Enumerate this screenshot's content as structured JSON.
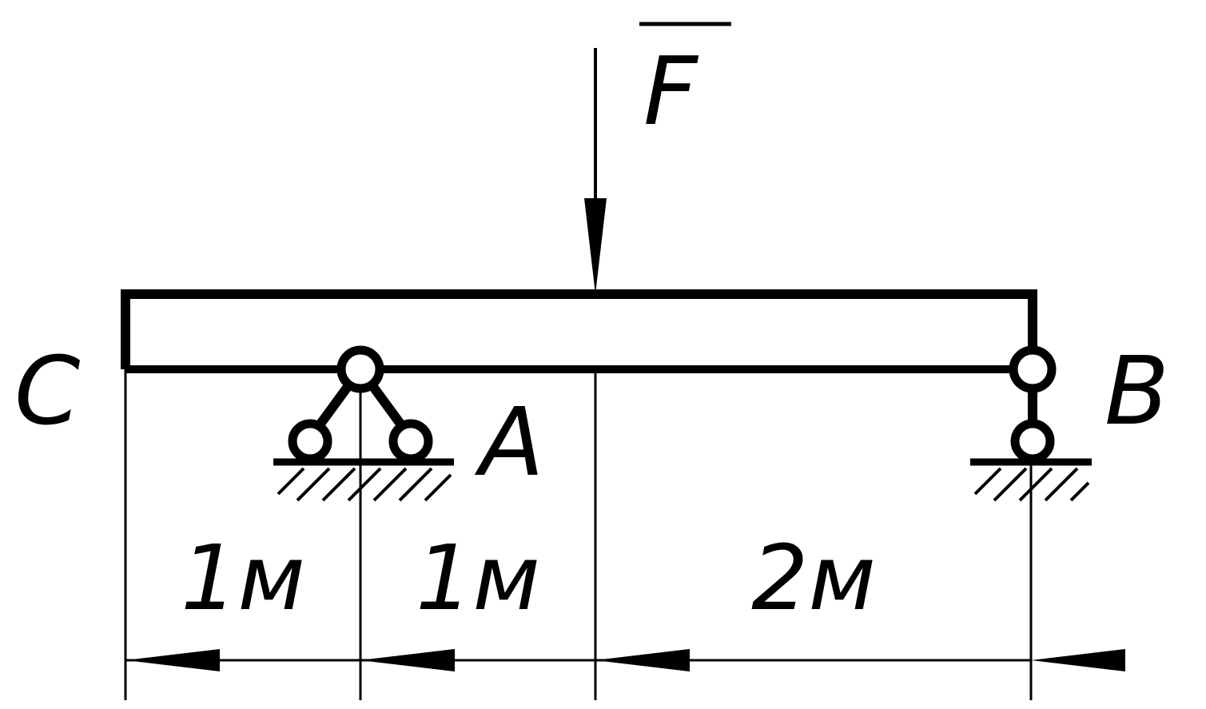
{
  "force": {
    "symbol": "F"
  },
  "points": {
    "c": "C",
    "a": "A",
    "b": "B"
  },
  "dimensions": [
    {
      "label": "1м"
    },
    {
      "label": "1м"
    },
    {
      "label": "2м"
    }
  ],
  "colors": {
    "ink": "#000000",
    "background": "#ffffff"
  }
}
